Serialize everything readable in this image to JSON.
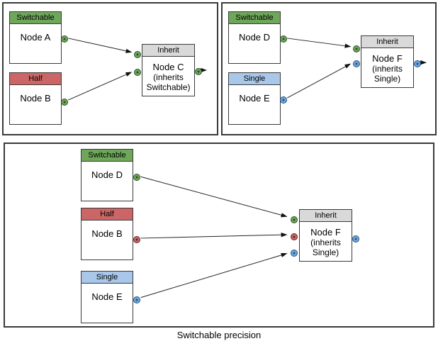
{
  "caption": "Switchable precision",
  "colors": {
    "switchable_header": "#6ea65a",
    "half_header": "#cc6666",
    "single_header": "#a8c7e9",
    "inherit_header": "#d9d9d9",
    "port_switchable": "#6ea65a",
    "port_half": "#cc6666",
    "port_single": "#6fa8dc"
  },
  "panels": [
    {
      "id": "top-left",
      "nodes": [
        {
          "header": "Switchable",
          "name": "Node A",
          "output_port": "green"
        },
        {
          "header": "Half",
          "name": "Node B",
          "output_port": "green"
        },
        {
          "header": "Inherit",
          "name": "Node C",
          "sub": "(inherits Switchable)",
          "input_ports": [
            "green",
            "green"
          ],
          "output_port": "green"
        }
      ],
      "edges": [
        {
          "from": "Node A",
          "to": "Node C"
        },
        {
          "from": "Node B",
          "to": "Node C"
        },
        {
          "from": "Node C",
          "to": "output"
        }
      ]
    },
    {
      "id": "top-right",
      "nodes": [
        {
          "header": "Switchable",
          "name": "Node D",
          "output_port": "green"
        },
        {
          "header": "Single",
          "name": "Node E",
          "output_port": "blue"
        },
        {
          "header": "Inherit",
          "name": "Node F",
          "sub": "(inherits Single)",
          "input_ports": [
            "green",
            "blue"
          ],
          "output_port": "blue"
        }
      ],
      "edges": [
        {
          "from": "Node D",
          "to": "Node F"
        },
        {
          "from": "Node E",
          "to": "Node F"
        },
        {
          "from": "Node F",
          "to": "output"
        }
      ]
    },
    {
      "id": "bottom",
      "nodes": [
        {
          "header": "Switchable",
          "name": "Node D",
          "output_port": "green"
        },
        {
          "header": "Half",
          "name": "Node B",
          "output_port": "red"
        },
        {
          "header": "Single",
          "name": "Node E",
          "output_port": "blue"
        },
        {
          "header": "Inherit",
          "name": "Node F",
          "sub": "(inherits Single)",
          "input_ports": [
            "green",
            "red",
            "blue"
          ],
          "output_port": "blue"
        }
      ],
      "edges": [
        {
          "from": "Node D",
          "to": "Node F"
        },
        {
          "from": "Node B",
          "to": "Node F"
        },
        {
          "from": "Node E",
          "to": "Node F"
        }
      ]
    }
  ]
}
